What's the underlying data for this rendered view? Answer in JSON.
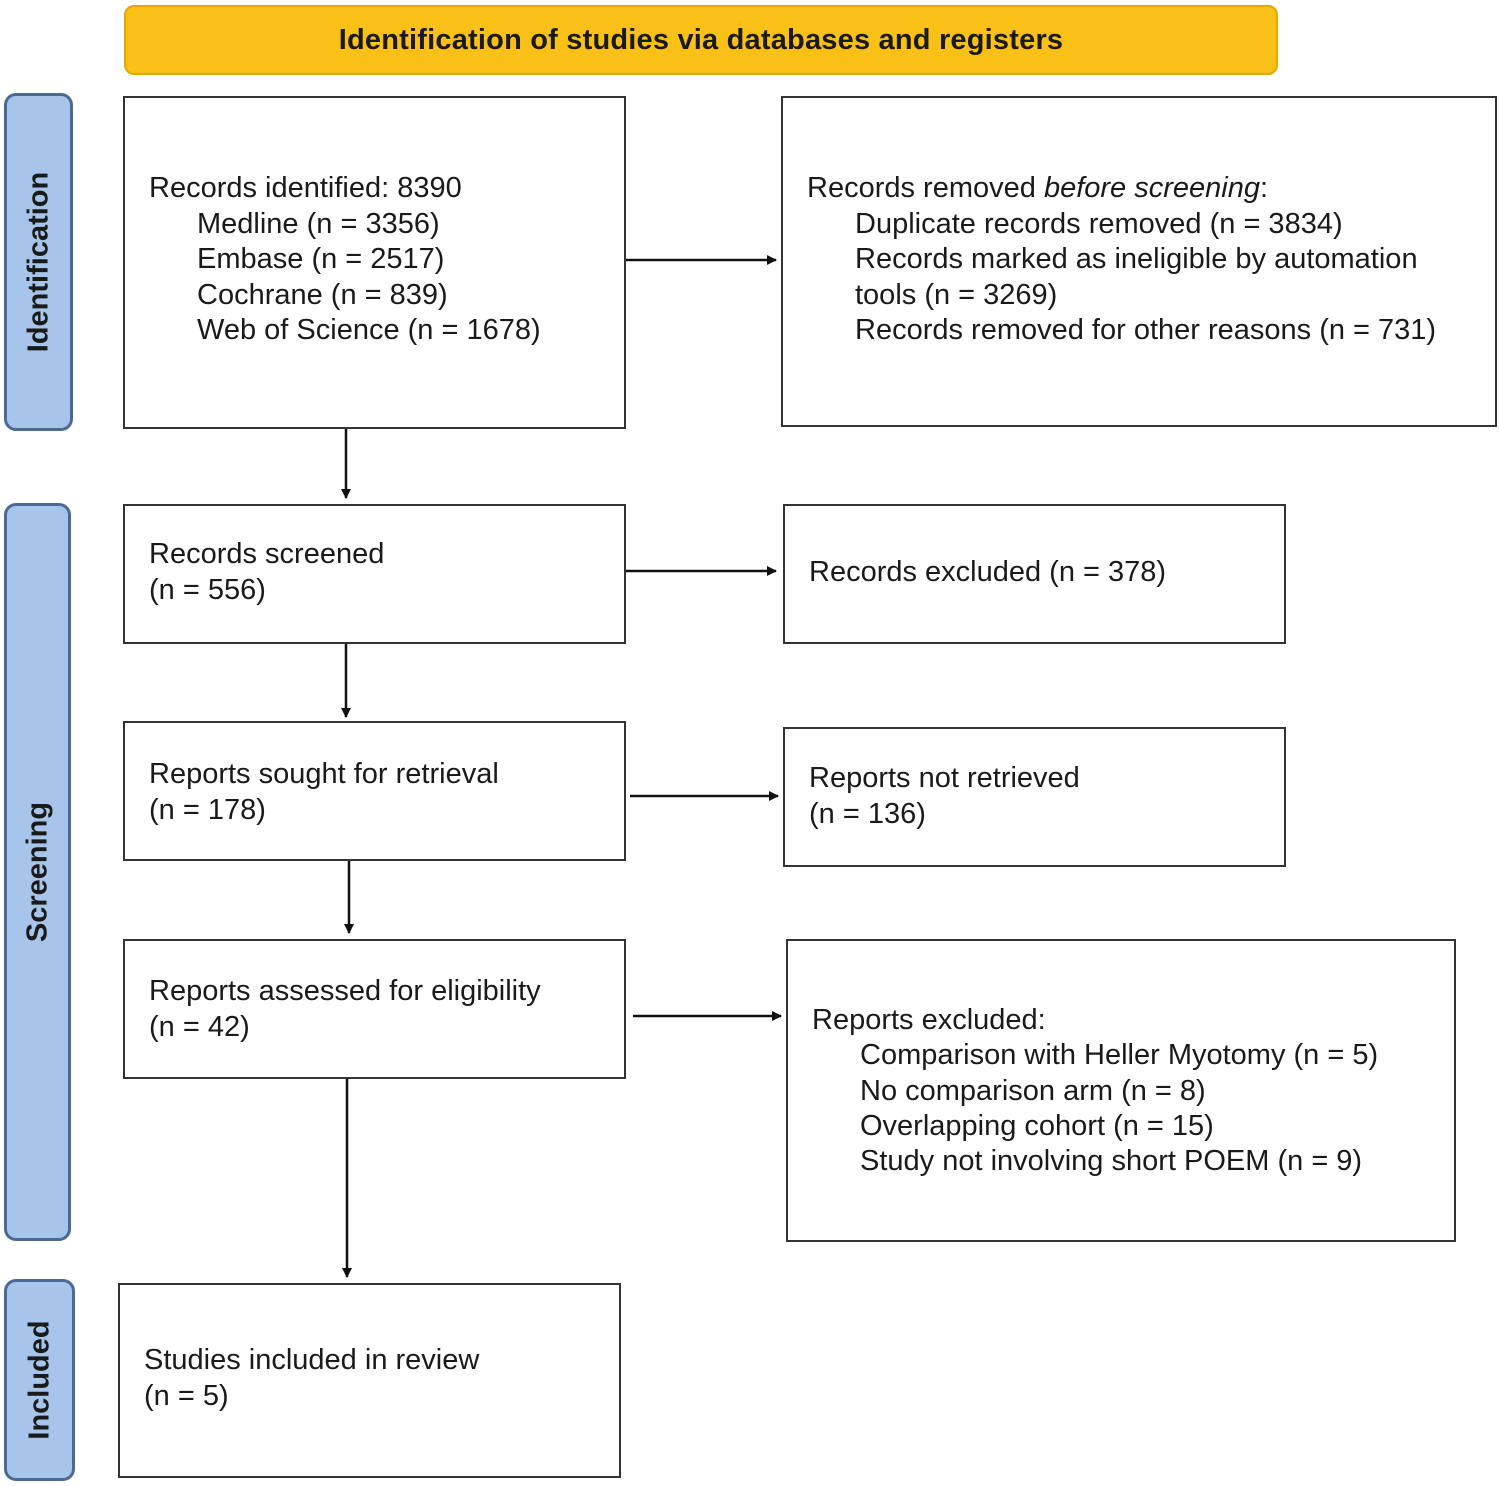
{
  "header": {
    "title": "Identification of studies via databases and registers"
  },
  "phases": {
    "identification": "Identification",
    "screening": "Screening",
    "included": "Included"
  },
  "identified": {
    "title": "Records identified: 8390",
    "items": [
      "Medline (n = 3356)",
      "Embase (n = 2517)",
      "Cochrane (n = 839)",
      "Web of Science (n = 1678)"
    ]
  },
  "removed": {
    "title_prefix": "Records removed ",
    "title_italic": "before screening",
    "title_suffix": ":",
    "items": [
      "Duplicate records removed (n = 3834)",
      "Records marked as ineligible by automation",
      "tools (n = 3269)",
      "Records removed for other reasons (n = 731)"
    ]
  },
  "screened": {
    "line1": "Records screened",
    "line2": "(n = 556)"
  },
  "excluded_records": {
    "line1": "Records excluded (n = 378)"
  },
  "sought": {
    "line1": "Reports sought for retrieval",
    "line2": "(n = 178)"
  },
  "not_retrieved": {
    "line1": "Reports not retrieved",
    "line2": "(n = 136)"
  },
  "assessed": {
    "line1": "Reports assessed for eligibility",
    "line2": "(n = 42)"
  },
  "reports_excluded": {
    "title": "Reports excluded:",
    "items": [
      "Comparison with Heller Myotomy (n = 5)",
      "No comparison arm (n = 8)",
      "Overlapping cohort (n = 15)",
      "Study not involving short POEM (n = 9)"
    ]
  },
  "included": {
    "line1": "Studies included in review",
    "line2": "(n = 5)"
  }
}
